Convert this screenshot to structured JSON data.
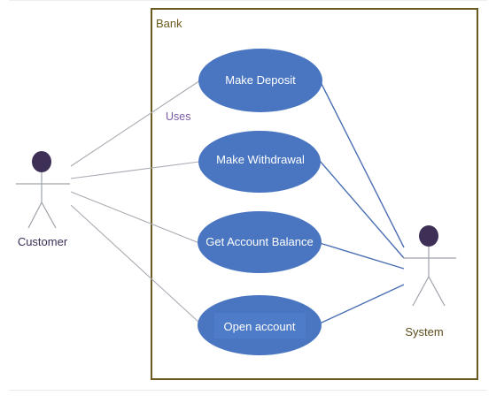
{
  "system_boundary": {
    "label": "Bank"
  },
  "actors": {
    "customer": {
      "label": "Customer"
    },
    "system": {
      "label": "System"
    }
  },
  "use_cases": [
    {
      "label": "Make Deposit"
    },
    {
      "label": "Make Withdrawal"
    },
    {
      "label": "Get Account Balance"
    },
    {
      "label": "Open account"
    }
  ],
  "relationship_label": "Uses",
  "colors": {
    "boundary_border": "#6b5a1f",
    "boundary_label": "#6b5a1f",
    "use_case_fill": "#4a76c1",
    "use_case_text": "#ffffff",
    "actor_head": "#3e2f57",
    "actor_label_customer": "#3e2f57",
    "actor_label_system": "#5a4a1a",
    "uses_label": "#7b5aa6",
    "customer_lines": "#a7abb2",
    "system_lines": "#4a6fb3"
  }
}
